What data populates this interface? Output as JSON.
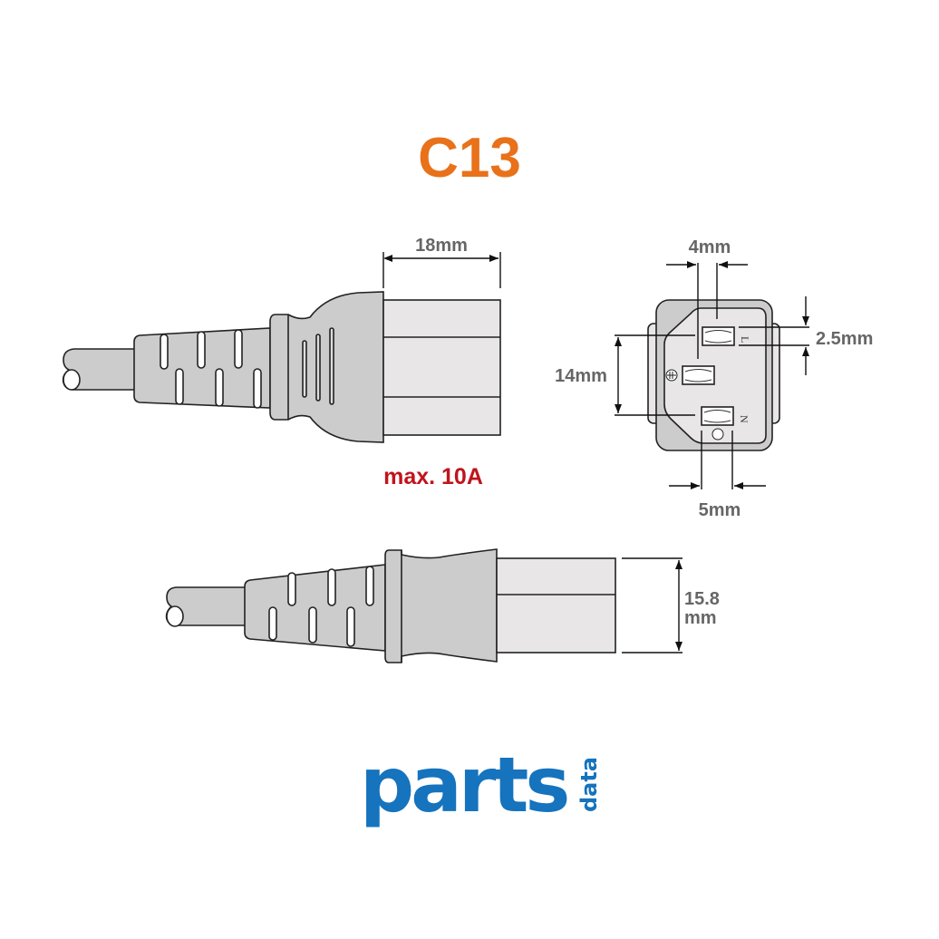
{
  "title": "C13",
  "rating": "max. 10A",
  "dimensions": {
    "body_length": "18mm",
    "pin_width": "4mm",
    "pin_height": "2.5mm",
    "pin_spacing_vertical": "14mm",
    "pin_spacing_horizontal": "5mm",
    "body_height_line1": "15.8",
    "body_height_line2": "mm"
  },
  "logo": {
    "main": "parts",
    "sub": "data"
  },
  "colors": {
    "title": "#e8711a",
    "rating": "#c0141c",
    "logo": "#1673bd",
    "plug_body": "#cccccc",
    "plug_face": "#e8e6e6"
  }
}
